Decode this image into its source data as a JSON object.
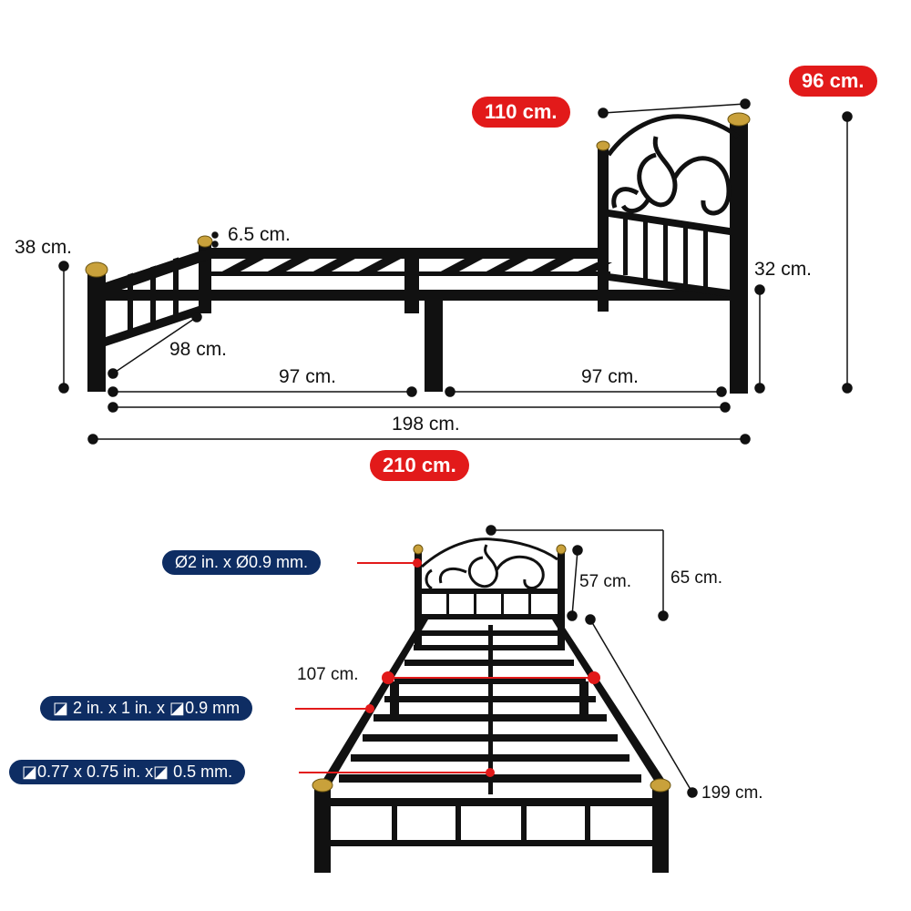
{
  "colors": {
    "frame": "#111111",
    "finial_gold": "#c9a13b",
    "pill_red": "#e21a1a",
    "pill_blue": "#0e2d63",
    "leader_red": "#e21a1a"
  },
  "side_view": {
    "highlight_length": "210 cm.",
    "highlight_headboard_width": "110 cm.",
    "highlight_total_height": "96 cm.",
    "footboard_height": "38 cm.",
    "post_offset": "6.5 cm.",
    "diagonal_width": "98 cm.",
    "left_section": "97 cm.",
    "right_section": "97 cm.",
    "inner_length": "198 cm.",
    "clearance": "32 cm."
  },
  "front_view": {
    "spec_post": "Ø2 in. x Ø0.9 mm.",
    "spec_rail": "◪ 2 in. x 1 in. x ◪0.9 mm",
    "spec_slat": "◪0.77 x 0.75 in. x◪ 0.5 mm.",
    "headboard_height": "57 cm.",
    "headboard_total": "65 cm.",
    "inner_width": "107 cm.",
    "length": "199 cm."
  }
}
